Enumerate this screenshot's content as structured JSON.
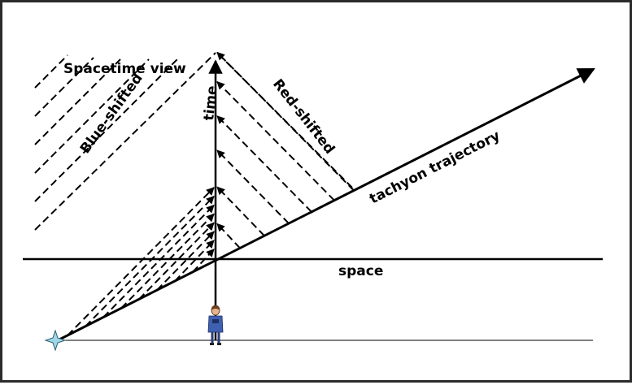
{
  "labels": {
    "title": "Spacetime view",
    "blue": "Blue-shifted",
    "red": "Red-shifted",
    "time": "time",
    "tachyon": "tachyon trajectory",
    "space": "space"
  },
  "colors": {
    "ink": "#000000",
    "star": "#9fd6e8",
    "observer_coat": "#3f5fb0",
    "observer_skin": "#e8b38a",
    "observer_hair": "#6b3e1f"
  },
  "icons": {
    "observer": "observer-person-icon",
    "source": "star-icon"
  }
}
